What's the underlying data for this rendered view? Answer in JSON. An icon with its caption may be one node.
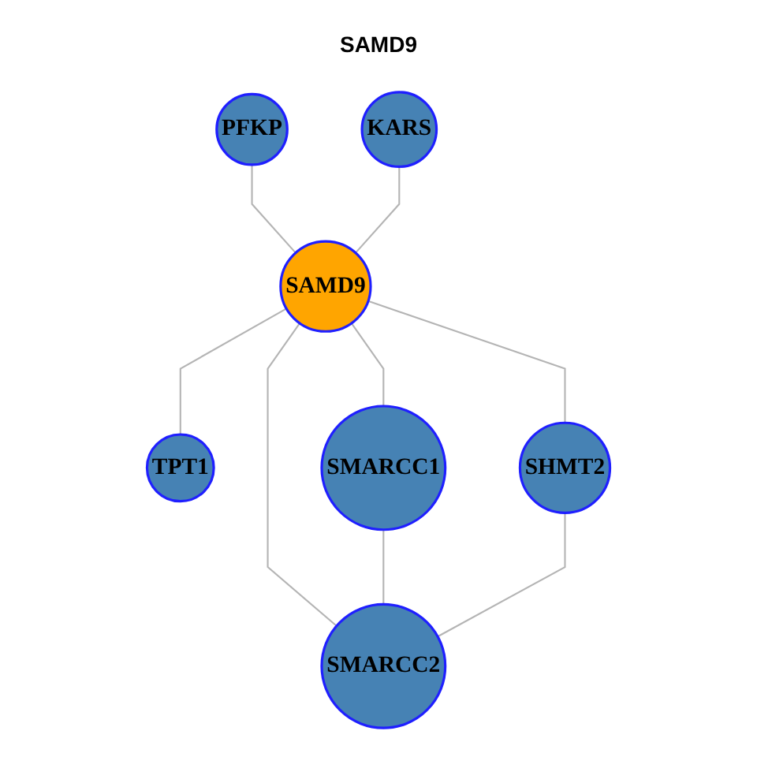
{
  "diagram": {
    "title": "SAMD9",
    "nodes": [
      {
        "text": [
          "PFKP"
        ]
      },
      {
        "text": [
          "KARS"
        ]
      },
      {
        "text": [
          "SAMD9"
        ]
      },
      {
        "text": [
          "TPT1"
        ]
      },
      {
        "text": [
          "SMARCC1"
        ]
      },
      {
        "text": [
          "SMARCC2"
        ]
      },
      {
        "text": [
          "SHMT2"
        ]
      }
    ],
    "edges": [
      {
        "from": 0,
        "to": 2,
        "arrow": "none"
      },
      {
        "from": 1,
        "to": 2,
        "arrow": "none"
      },
      {
        "from": 2,
        "to": 3,
        "arrow": "none"
      },
      {
        "from": 2,
        "to": 4,
        "arrow": "none"
      },
      {
        "from": 2,
        "to": 5,
        "arrow": "none"
      },
      {
        "from": 2,
        "to": 6,
        "arrow": "none"
      },
      {
        "from": 4,
        "to": 5,
        "arrow": "none"
      },
      {
        "from": 6,
        "to": 5,
        "arrow": "none"
      }
    ]
  }
}
